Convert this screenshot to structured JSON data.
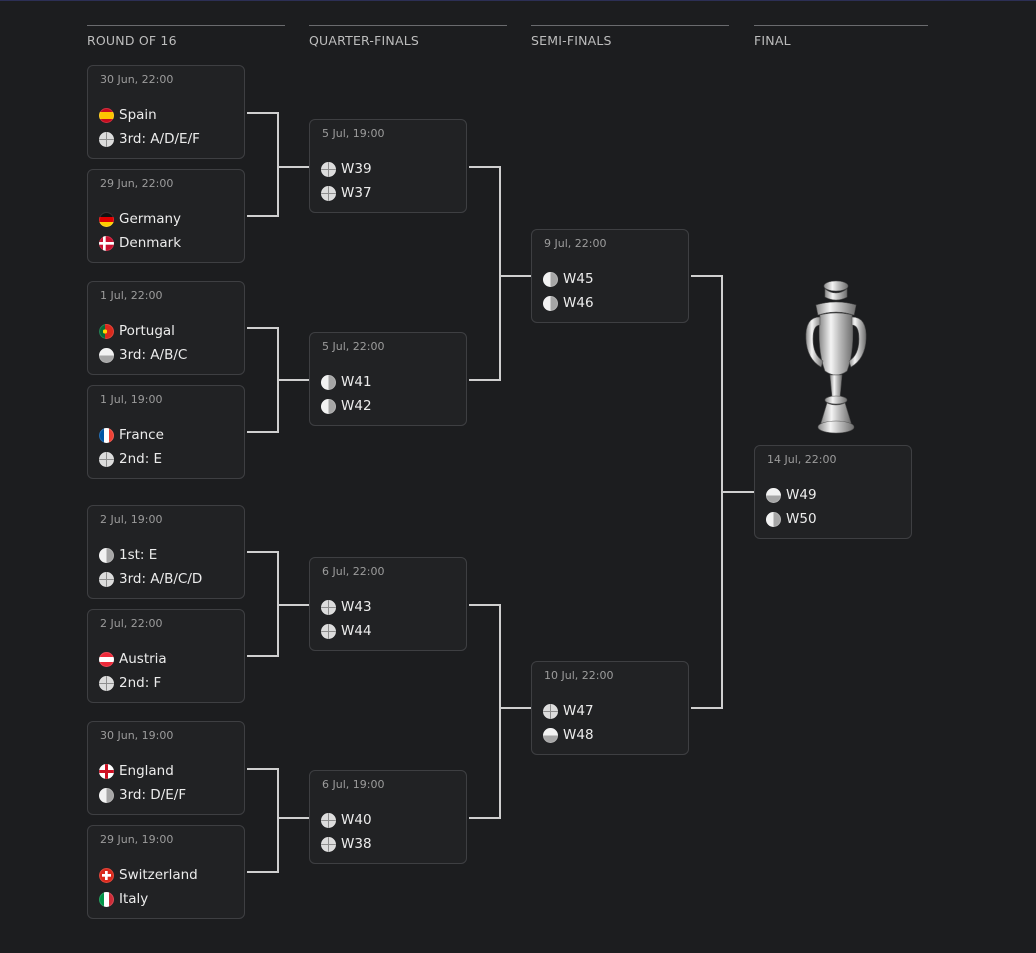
{
  "rounds": {
    "r16": "ROUND OF 16",
    "qf": "QUARTER-FINALS",
    "sf": "SEMI-FINALS",
    "final": "FINAL"
  },
  "matches": {
    "r16_1": {
      "date": "30 Jun, 22:00",
      "home": "Spain",
      "home_flag": "spain-flag-icon",
      "away": "3rd: A/D/E/F",
      "away_flag": "placeholder-icon"
    },
    "r16_2": {
      "date": "29 Jun, 22:00",
      "home": "Germany",
      "home_flag": "germany-flag-icon",
      "away": "Denmark",
      "away_flag": "denmark-flag-icon"
    },
    "r16_3": {
      "date": "1 Jul, 22:00",
      "home": "Portugal",
      "home_flag": "portugal-flag-icon",
      "away": "3rd: A/B/C",
      "away_flag": "placeholder-icon"
    },
    "r16_4": {
      "date": "1 Jul, 19:00",
      "home": "France",
      "home_flag": "france-flag-icon",
      "away": "2nd: E",
      "away_flag": "placeholder-icon"
    },
    "r16_5": {
      "date": "2 Jul, 19:00",
      "home": "1st: E",
      "home_flag": "placeholder-icon",
      "away": "3rd: A/B/C/D",
      "away_flag": "placeholder-icon"
    },
    "r16_6": {
      "date": "2 Jul, 22:00",
      "home": "Austria",
      "home_flag": "austria-flag-icon",
      "away": "2nd: F",
      "away_flag": "placeholder-icon"
    },
    "r16_7": {
      "date": "30 Jun, 19:00",
      "home": "England",
      "home_flag": "england-flag-icon",
      "away": "3rd: D/E/F",
      "away_flag": "placeholder-icon"
    },
    "r16_8": {
      "date": "29 Jun, 19:00",
      "home": "Switzerland",
      "home_flag": "switzerland-flag-icon",
      "away": "Italy",
      "away_flag": "italy-flag-icon"
    },
    "qf_1": {
      "date": "5 Jul, 19:00",
      "home": "W39",
      "away": "W37"
    },
    "qf_2": {
      "date": "5 Jul, 22:00",
      "home": "W41",
      "away": "W42"
    },
    "qf_3": {
      "date": "6 Jul, 22:00",
      "home": "W43",
      "away": "W44"
    },
    "qf_4": {
      "date": "6 Jul, 19:00",
      "home": "W40",
      "away": "W38"
    },
    "sf_1": {
      "date": "9 Jul, 22:00",
      "home": "W45",
      "away": "W46"
    },
    "sf_2": {
      "date": "10 Jul, 22:00",
      "home": "W47",
      "away": "W48"
    },
    "final": {
      "date": "14 Jul, 22:00",
      "home": "W49",
      "away": "W50"
    }
  },
  "trophy_icon": "trophy-icon",
  "colors": {
    "background": "#1c1d1f",
    "card": "#212224",
    "card_border": "#3e3f42",
    "connector": "#cfcfcf"
  }
}
